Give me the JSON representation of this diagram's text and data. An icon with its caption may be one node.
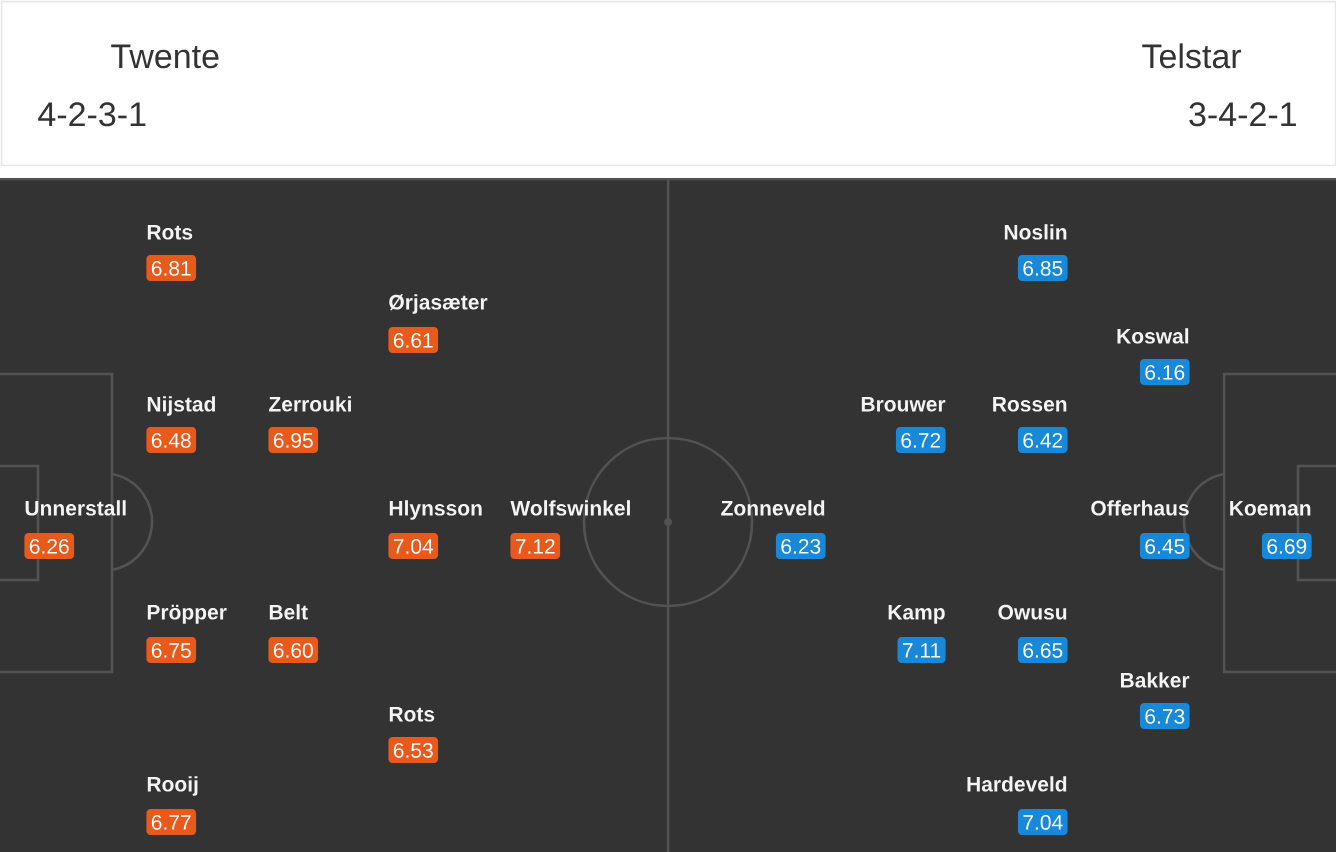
{
  "diagram": {
    "nodes": [
      {
        "text": [
          "Twente",
          "4-2-3-1",
          "Telstar",
          "3-4-2-1"
        ]
      },
      {
        "text": [
          "Unnerstall",
          "6.26"
        ]
      },
      {
        "text": [
          "Rots",
          "6.81"
        ]
      },
      {
        "text": [
          "Nijstad",
          "6.48"
        ]
      },
      {
        "text": [
          "Pröpper",
          "6.75"
        ]
      },
      {
        "text": [
          "Rooij",
          "6.77"
        ]
      },
      {
        "text": [
          "Zerrouki",
          "6.95"
        ]
      },
      {
        "text": [
          "Belt",
          "6.60"
        ]
      },
      {
        "text": [
          "Ørjasæter",
          "6.61"
        ]
      },
      {
        "text": [
          "Hlynsson",
          "7.04"
        ]
      },
      {
        "text": [
          "Rots",
          "6.53"
        ]
      },
      {
        "text": [
          "Wolfswinkel",
          "7.12"
        ]
      },
      {
        "text": [
          "Koeman",
          "6.69"
        ]
      },
      {
        "text": [
          "Koswal",
          "6.16"
        ]
      },
      {
        "text": [
          "Offerhaus",
          "6.45"
        ]
      },
      {
        "text": [
          "Bakker",
          "6.73"
        ]
      },
      {
        "text": [
          "Noslin",
          "6.85"
        ]
      },
      {
        "text": [
          "Rossen",
          "6.42"
        ]
      },
      {
        "text": [
          "Owusu",
          "6.65"
        ]
      },
      {
        "text": [
          "Hardeveld",
          "7.04"
        ]
      },
      {
        "text": [
          "Brouwer",
          "6.72"
        ]
      },
      {
        "text": [
          "Kamp",
          "7.11"
        ]
      },
      {
        "text": [
          "Zonneveld",
          "6.23"
        ]
      }
    ]
  }
}
